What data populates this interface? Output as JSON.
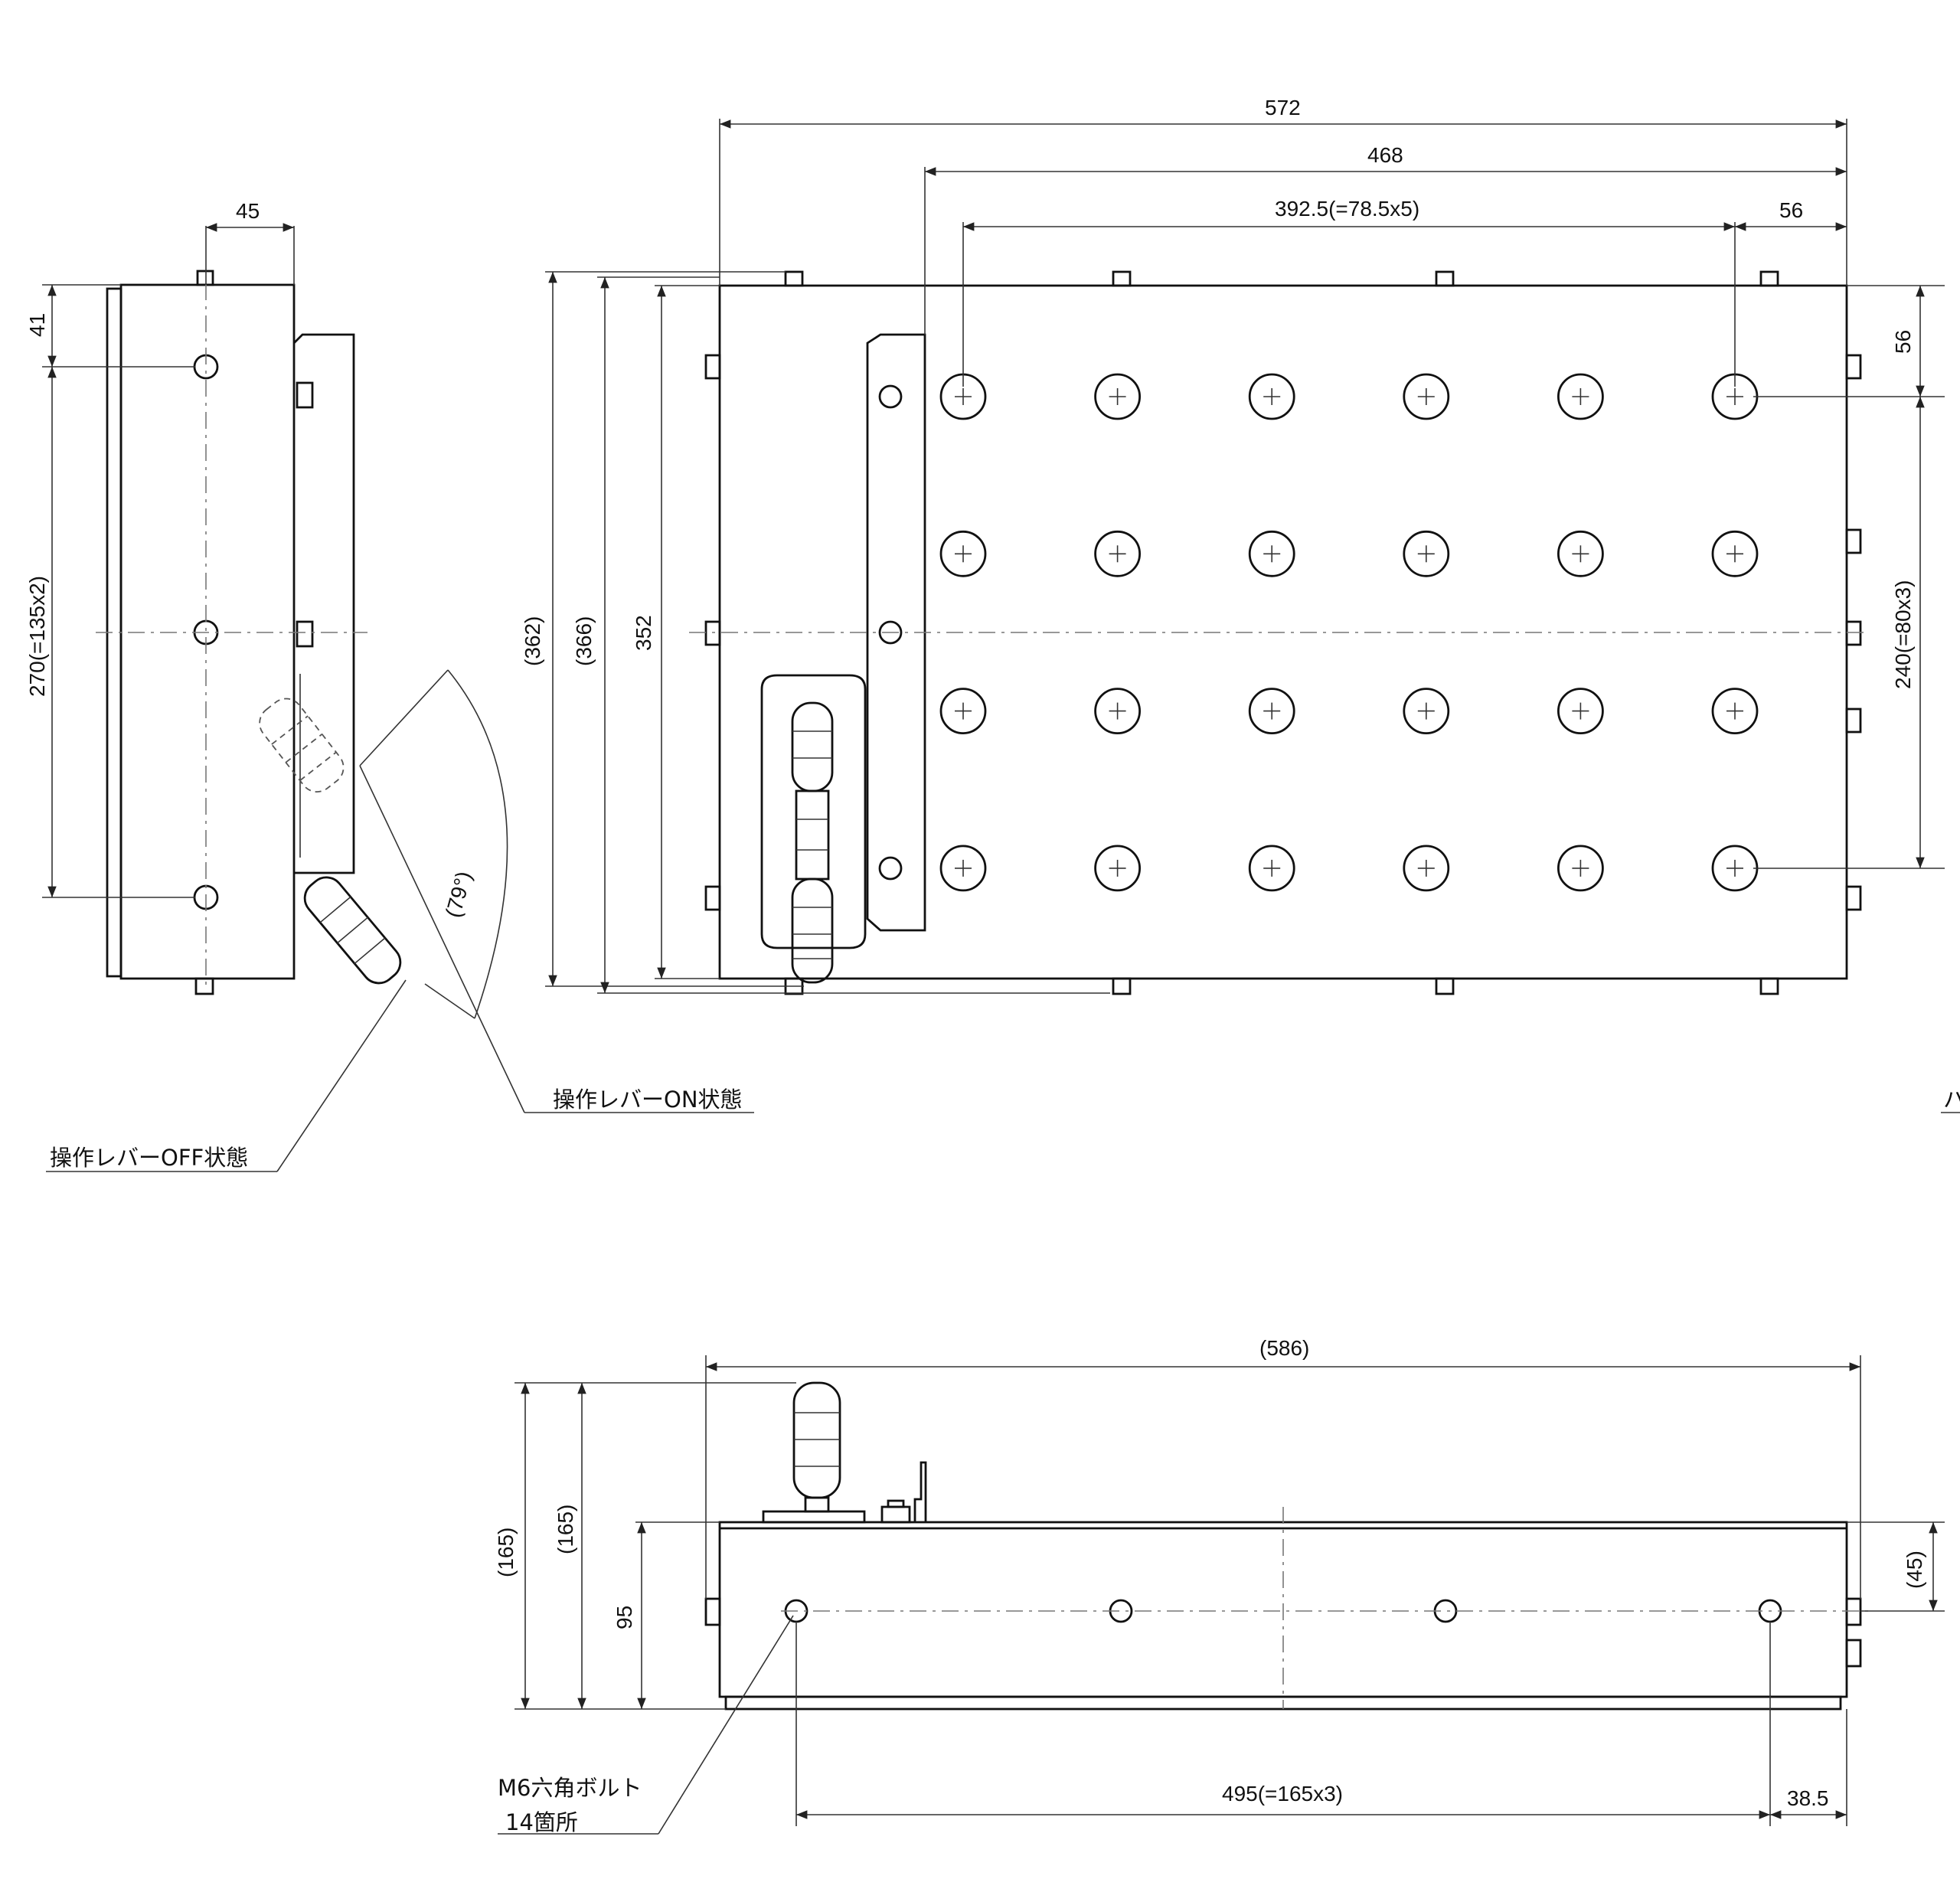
{
  "side_view": {
    "dims": {
      "width_top": "45",
      "offset_top": "41",
      "pitch_vertical": "270(=135x2)"
    },
    "angle_label": "(79°)",
    "callouts": {
      "lever_on": "操作レバーON状態",
      "lever_off": "操作レバーOFF状態"
    }
  },
  "top_view": {
    "dims": {
      "overall_width": "572",
      "width_468": "468",
      "pitch_horizontal": "392.5(=78.5x5)",
      "offset_right": "56",
      "offset_top_right": "56",
      "pitch_vertical_right": "240(=80x3)",
      "height_362": "(362)",
      "height_366": "(366)",
      "height_352": "352"
    },
    "grid": {
      "rows": 4,
      "cols": 6
    }
  },
  "front_view": {
    "dims": {
      "overall_width": "(586)",
      "height_165a": "(165)",
      "height_165b": "(165)",
      "height_95": "95",
      "height_45": "(45)",
      "pitch_bottom": "495(=165x3)",
      "offset_bottom_right": "38.5"
    },
    "callouts": {
      "bolt_line1": "M6六角ボルト",
      "bolt_line2": "14箇所"
    }
  },
  "edge_fragment": "ハ"
}
